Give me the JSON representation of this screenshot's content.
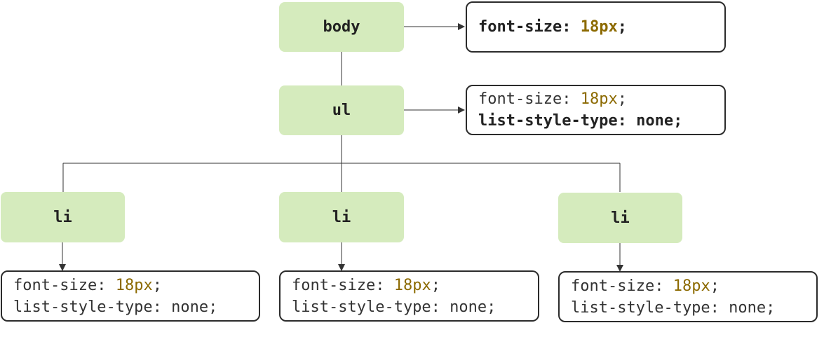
{
  "colors": {
    "node_fill": "#d5ebbd",
    "box_border": "#2b2b2b",
    "value_color": "#8c6a00",
    "connector": "#333333"
  },
  "nodes": {
    "body": "body",
    "ul": "ul",
    "li_left": "li",
    "li_middle": "li",
    "li_right": "li"
  },
  "styles": {
    "body_box": {
      "prop": "font-size: ",
      "value": "18px",
      "end": ";"
    },
    "ul_box": {
      "line1_prop": "font-size: ",
      "line1_value": "18px",
      "line1_end": ";",
      "line2": "list-style-type: none;"
    },
    "li_left_box": {
      "line1_prop": "font-size: ",
      "line1_value": "18px",
      "line1_end": ";",
      "line2": "list-style-type: none;"
    },
    "li_middle_box": {
      "line1_prop": "font-size: ",
      "line1_value": "18px",
      "line1_end": ";",
      "line2": "list-style-type: none;"
    },
    "li_right_box": {
      "line1_prop": "font-size: ",
      "line1_value": "18px",
      "line1_end": ";",
      "line2": "list-style-type: none;"
    }
  }
}
